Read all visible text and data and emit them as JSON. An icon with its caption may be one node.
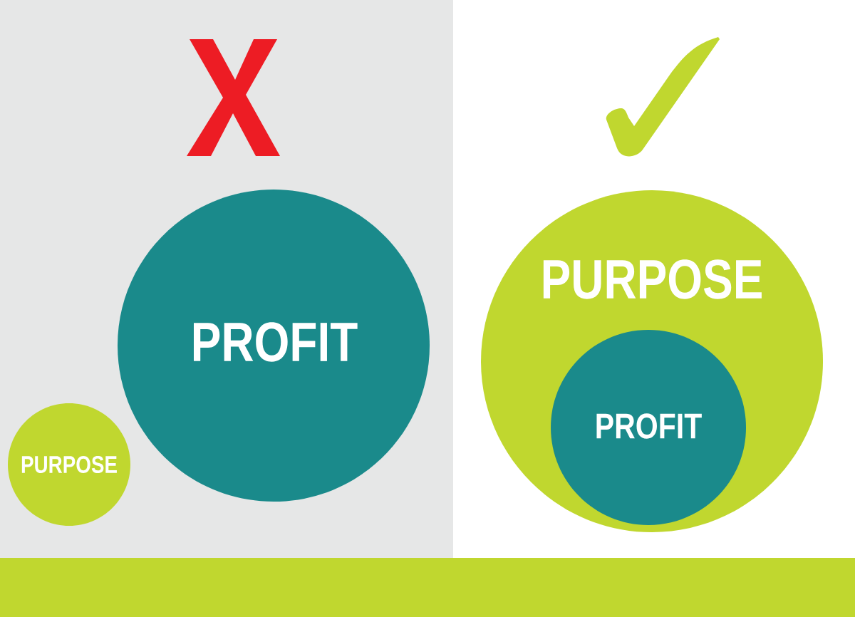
{
  "diagram": {
    "nodes": [
      {
        "text": [
          "PROFIT"
        ]
      },
      {
        "text": [
          "PURPOSE"
        ]
      },
      {
        "text": [
          "PURPOSE"
        ]
      },
      {
        "text": [
          "PROFIT"
        ],
        "in": 2
      }
    ]
  }
}
